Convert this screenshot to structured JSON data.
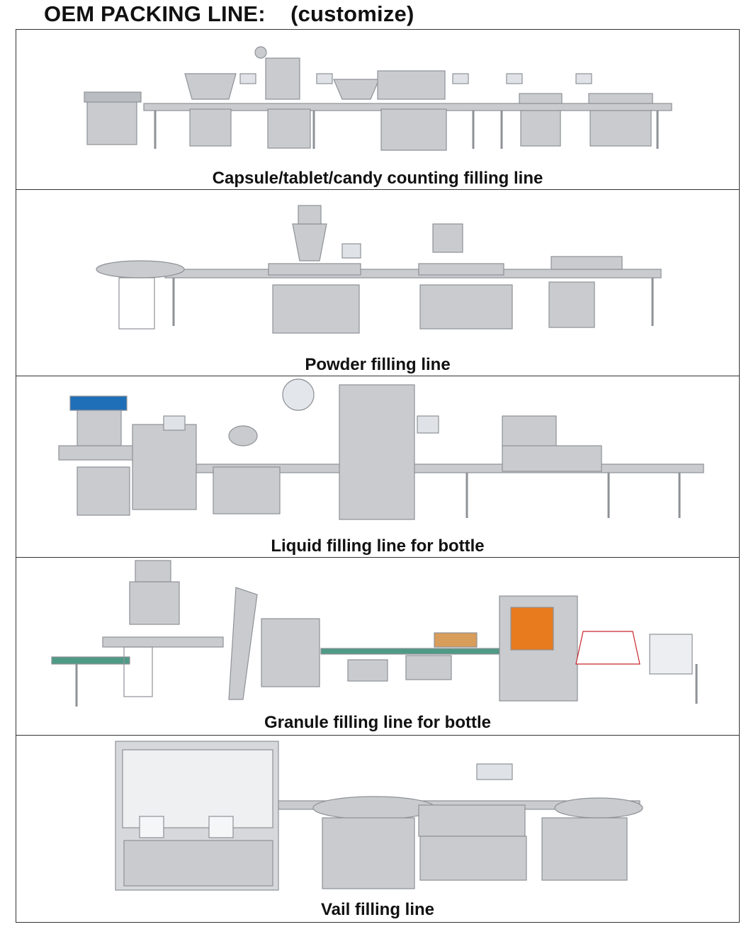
{
  "header": {
    "title": "OEM PACKING LINE:    (customize)"
  },
  "panels": [
    {
      "caption": "Capsule/tablet/candy counting filling line"
    },
    {
      "caption": "Powder filling line"
    },
    {
      "caption": "Liquid filling line for bottle"
    },
    {
      "caption": "Granule filling line for bottle"
    },
    {
      "caption": "Vail filling line"
    }
  ],
  "colors": {
    "steel": "#c9cbcf",
    "steel_dark": "#8e9196",
    "screen": "#dfe3e8",
    "green_belt": "#4f9a86",
    "orange_window": "#e87b1e",
    "red_frame": "#c7262a",
    "blue_hopper": "#1f6fb8"
  }
}
